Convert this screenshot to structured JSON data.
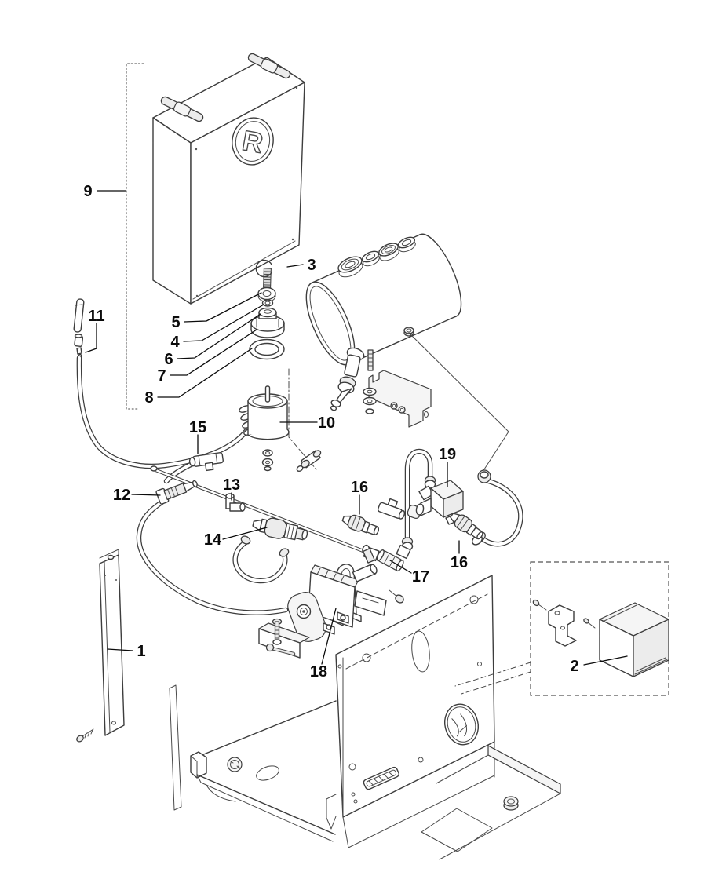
{
  "diagram": {
    "type": "exploded-parts-diagram",
    "logo_letter": "R",
    "colors": {
      "background": "#ffffff",
      "line": "#3d3d3d",
      "label": "#0b0b0b"
    },
    "callouts": [
      {
        "id": "9",
        "num": "9"
      },
      {
        "id": "3",
        "num": "3"
      },
      {
        "id": "5",
        "num": "5"
      },
      {
        "id": "4",
        "num": "4"
      },
      {
        "id": "6",
        "num": "6"
      },
      {
        "id": "7",
        "num": "7"
      },
      {
        "id": "8",
        "num": "8"
      },
      {
        "id": "11",
        "num": "11"
      },
      {
        "id": "10",
        "num": "10"
      },
      {
        "id": "15",
        "num": "15"
      },
      {
        "id": "12",
        "num": "12"
      },
      {
        "id": "13",
        "num": "13"
      },
      {
        "id": "14",
        "num": "14"
      },
      {
        "id": "16-left",
        "num": "16"
      },
      {
        "id": "19",
        "num": "19"
      },
      {
        "id": "16-right",
        "num": "16"
      },
      {
        "id": "17",
        "num": "17"
      },
      {
        "id": "18",
        "num": "18"
      },
      {
        "id": "1",
        "num": "1"
      },
      {
        "id": "2",
        "num": "2"
      }
    ]
  }
}
